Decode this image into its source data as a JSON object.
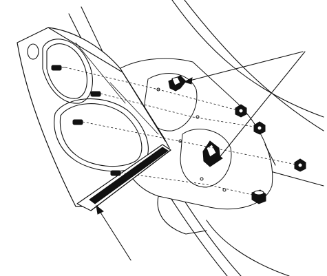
{
  "diagram": {
    "labels": [],
    "parts": [
      "instrument-cluster-hood",
      "cluster-housing",
      "screw",
      "clip-nut",
      "retaining-clip",
      "trim-strip"
    ]
  }
}
